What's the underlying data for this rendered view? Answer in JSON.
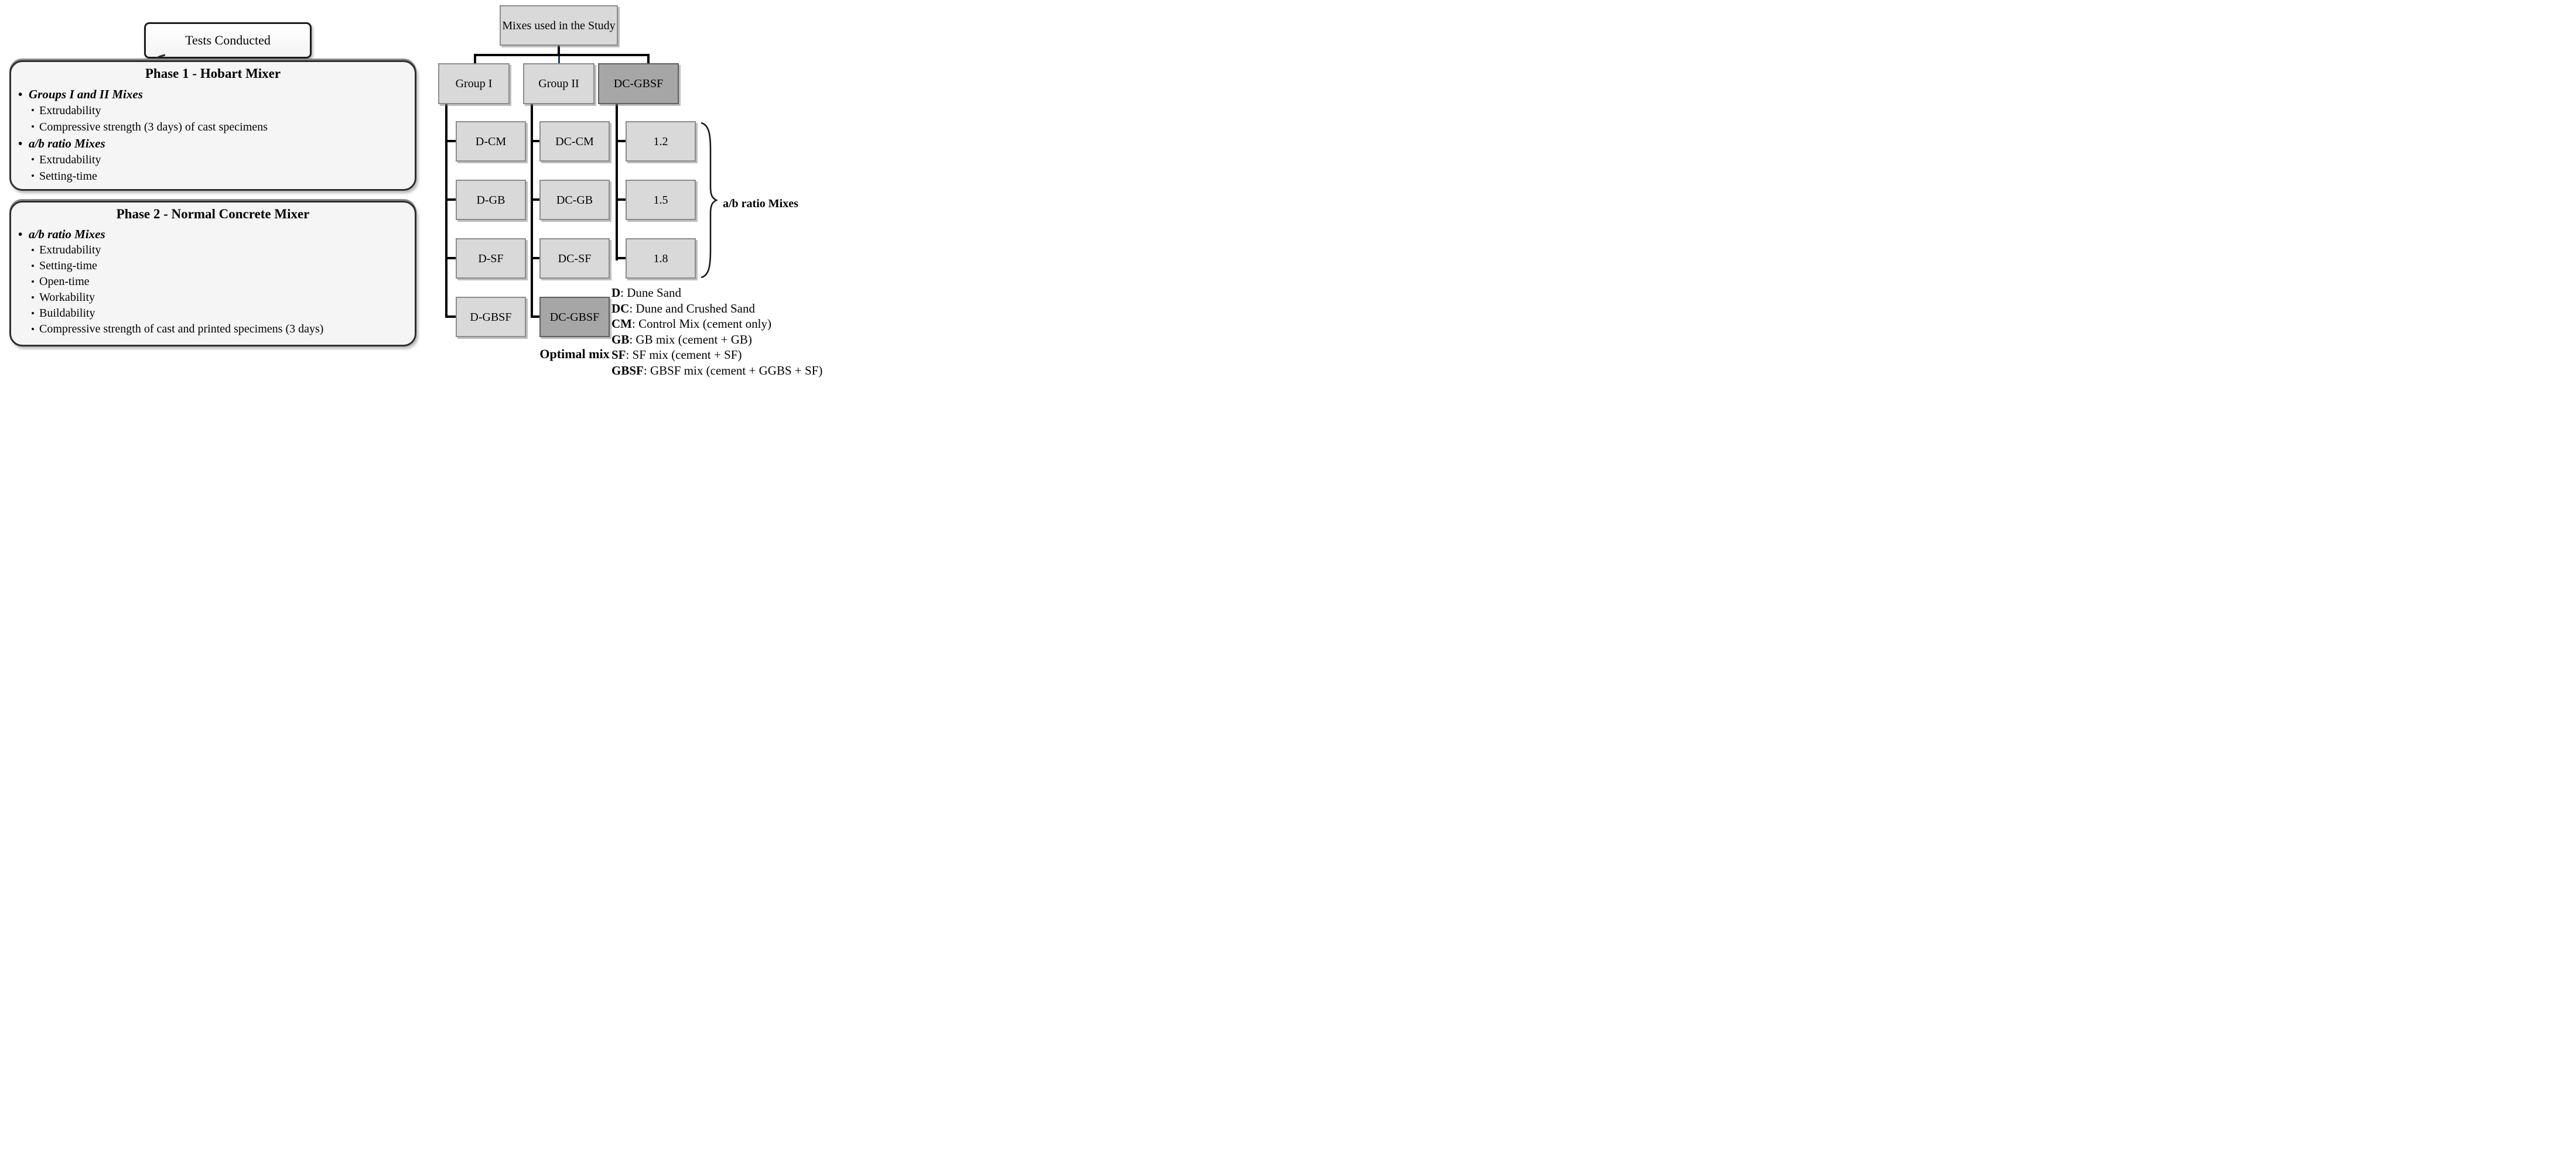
{
  "left_panel": {
    "callout": "Tests Conducted",
    "phases": [
      {
        "title": "Phase 1 - Hobart Mixer",
        "items": [
          {
            "level": 1,
            "text": "Groups I and II Mixes"
          },
          {
            "level": 2,
            "text": "Extrudability"
          },
          {
            "level": 2,
            "text": "Compressive strength (3 days) of cast specimens"
          },
          {
            "level": 1,
            "text": "a/b ratio Mixes"
          },
          {
            "level": 2,
            "text": "Extrudability"
          },
          {
            "level": 2,
            "text": "Setting-time"
          }
        ]
      },
      {
        "title": "Phase 2 - Normal Concrete Mixer",
        "items": [
          {
            "level": 1,
            "text": "a/b ratio Mixes"
          },
          {
            "level": 2,
            "text": "Extrudability"
          },
          {
            "level": 2,
            "text": "Setting-time"
          },
          {
            "level": 2,
            "text": "Open-time"
          },
          {
            "level": 2,
            "text": "Workability"
          },
          {
            "level": 2,
            "text": "Buildability"
          },
          {
            "level": 2,
            "text": "Compressive strength of cast and printed specimens (3 days)"
          }
        ]
      }
    ]
  },
  "tree": {
    "root": "Mixes used in the Study",
    "groups": [
      {
        "label": "Group I",
        "dark": false
      },
      {
        "label": "Group II",
        "dark": false
      },
      {
        "label": "DC-GBSF",
        "dark": true
      }
    ],
    "column1": [
      "D-CM",
      "D-GB",
      "D-SF",
      "D-GBSF"
    ],
    "column2": [
      "DC-CM",
      "DC-GB",
      "DC-SF",
      "DC-GBSF"
    ],
    "column3": [
      "1.2",
      "1.5",
      "1.8"
    ],
    "brace_label": "a/b ratio Mixes",
    "optimal_label": "Optimal mix"
  },
  "legend": {
    "items": [
      {
        "abbr": "D",
        "desc": ": Dune Sand"
      },
      {
        "abbr": "DC",
        "desc": ": Dune and Crushed Sand"
      },
      {
        "abbr": "CM",
        "desc": ": Control Mix (cement only)"
      },
      {
        "abbr": "GB",
        "desc": ": GB mix (cement + GB)"
      },
      {
        "abbr": "SF",
        "desc": ": SF mix (cement + SF)"
      },
      {
        "abbr": "GBSF",
        "desc": ": GBSF mix (cement + GGBS + SF)"
      }
    ]
  },
  "colors": {
    "node_fill": "#d9d9d9",
    "node_fill_dark": "#a6a6a6",
    "node_border": "#8c8c8c",
    "node_border_dark": "#5f5f5f",
    "panel_fill": "#f5f5f5",
    "connector": "#000000",
    "center_drop": "#1f3864"
  }
}
